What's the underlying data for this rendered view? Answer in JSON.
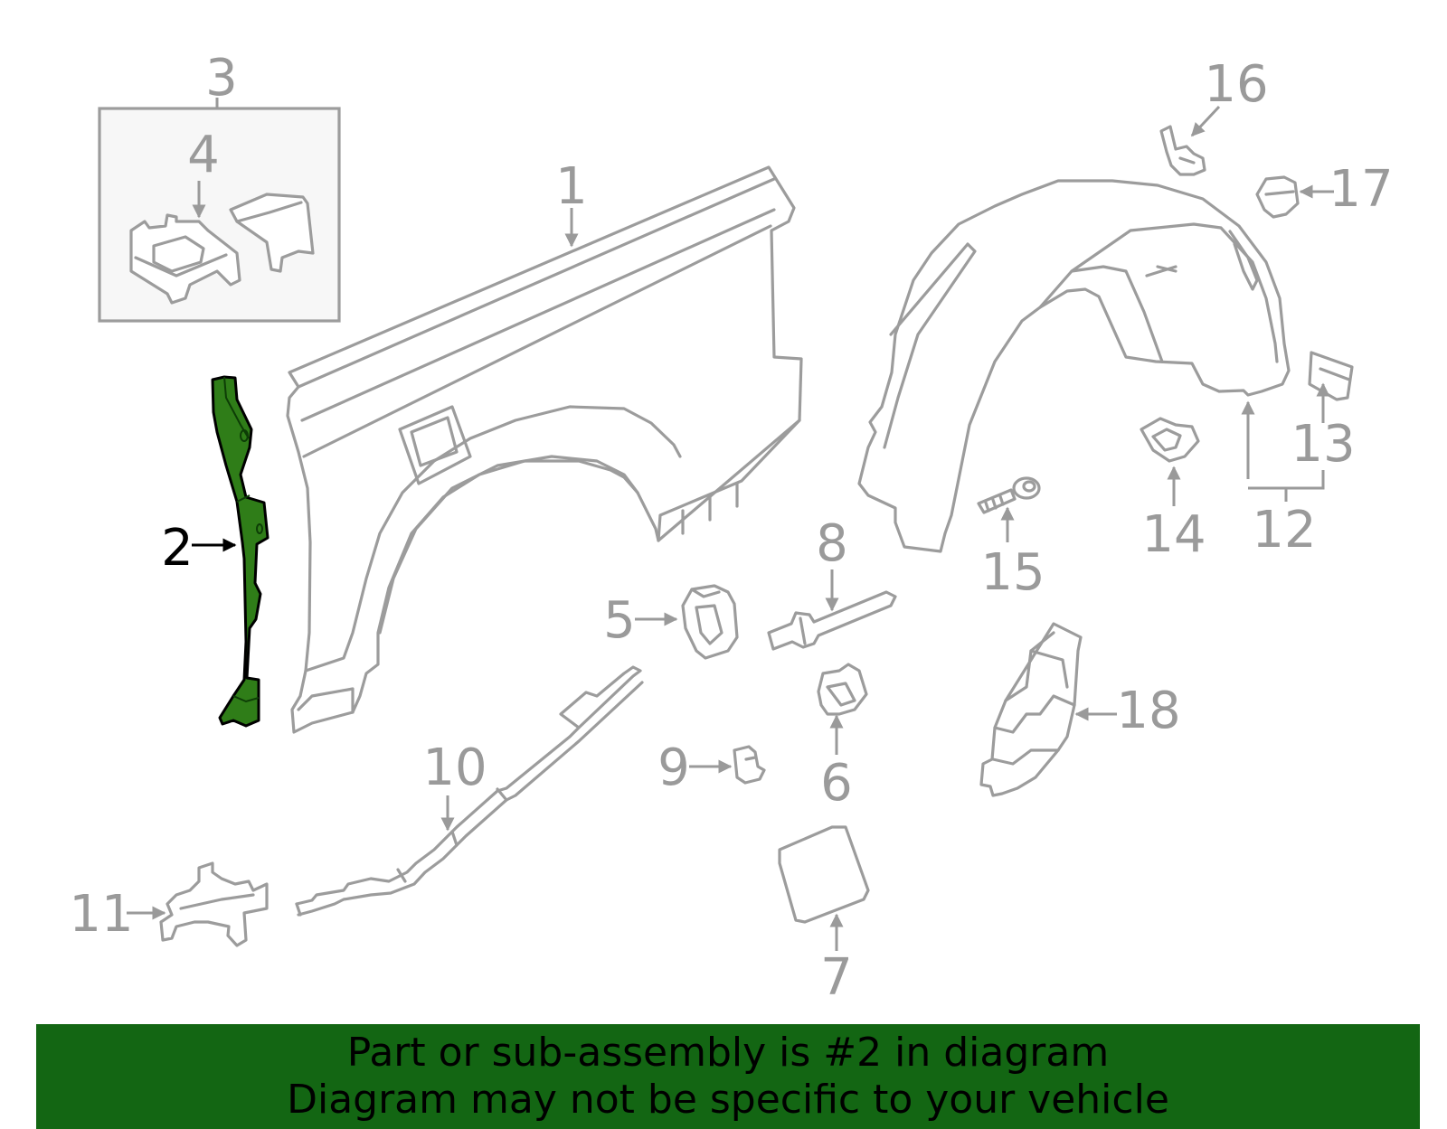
{
  "highlighted_part": "2",
  "colors": {
    "highlight": "#2f7d18",
    "banner": "#136613",
    "line_art": "#9c9c9c",
    "callout_text": "#9a9a9a"
  },
  "callouts": [
    {
      "id": "1",
      "label": "1"
    },
    {
      "id": "2",
      "label": "2"
    },
    {
      "id": "3",
      "label": "3"
    },
    {
      "id": "4",
      "label": "4"
    },
    {
      "id": "5",
      "label": "5"
    },
    {
      "id": "6",
      "label": "6"
    },
    {
      "id": "7",
      "label": "7"
    },
    {
      "id": "8",
      "label": "8"
    },
    {
      "id": "9",
      "label": "9"
    },
    {
      "id": "10",
      "label": "10"
    },
    {
      "id": "11",
      "label": "11"
    },
    {
      "id": "12",
      "label": "12"
    },
    {
      "id": "13",
      "label": "13"
    },
    {
      "id": "14",
      "label": "14"
    },
    {
      "id": "15",
      "label": "15"
    },
    {
      "id": "16",
      "label": "16"
    },
    {
      "id": "17",
      "label": "17"
    },
    {
      "id": "18",
      "label": "18"
    }
  ],
  "banner": {
    "line1": "Part or sub-assembly is #2 in diagram",
    "line2": "Diagram may not be specific to your vehicle"
  }
}
